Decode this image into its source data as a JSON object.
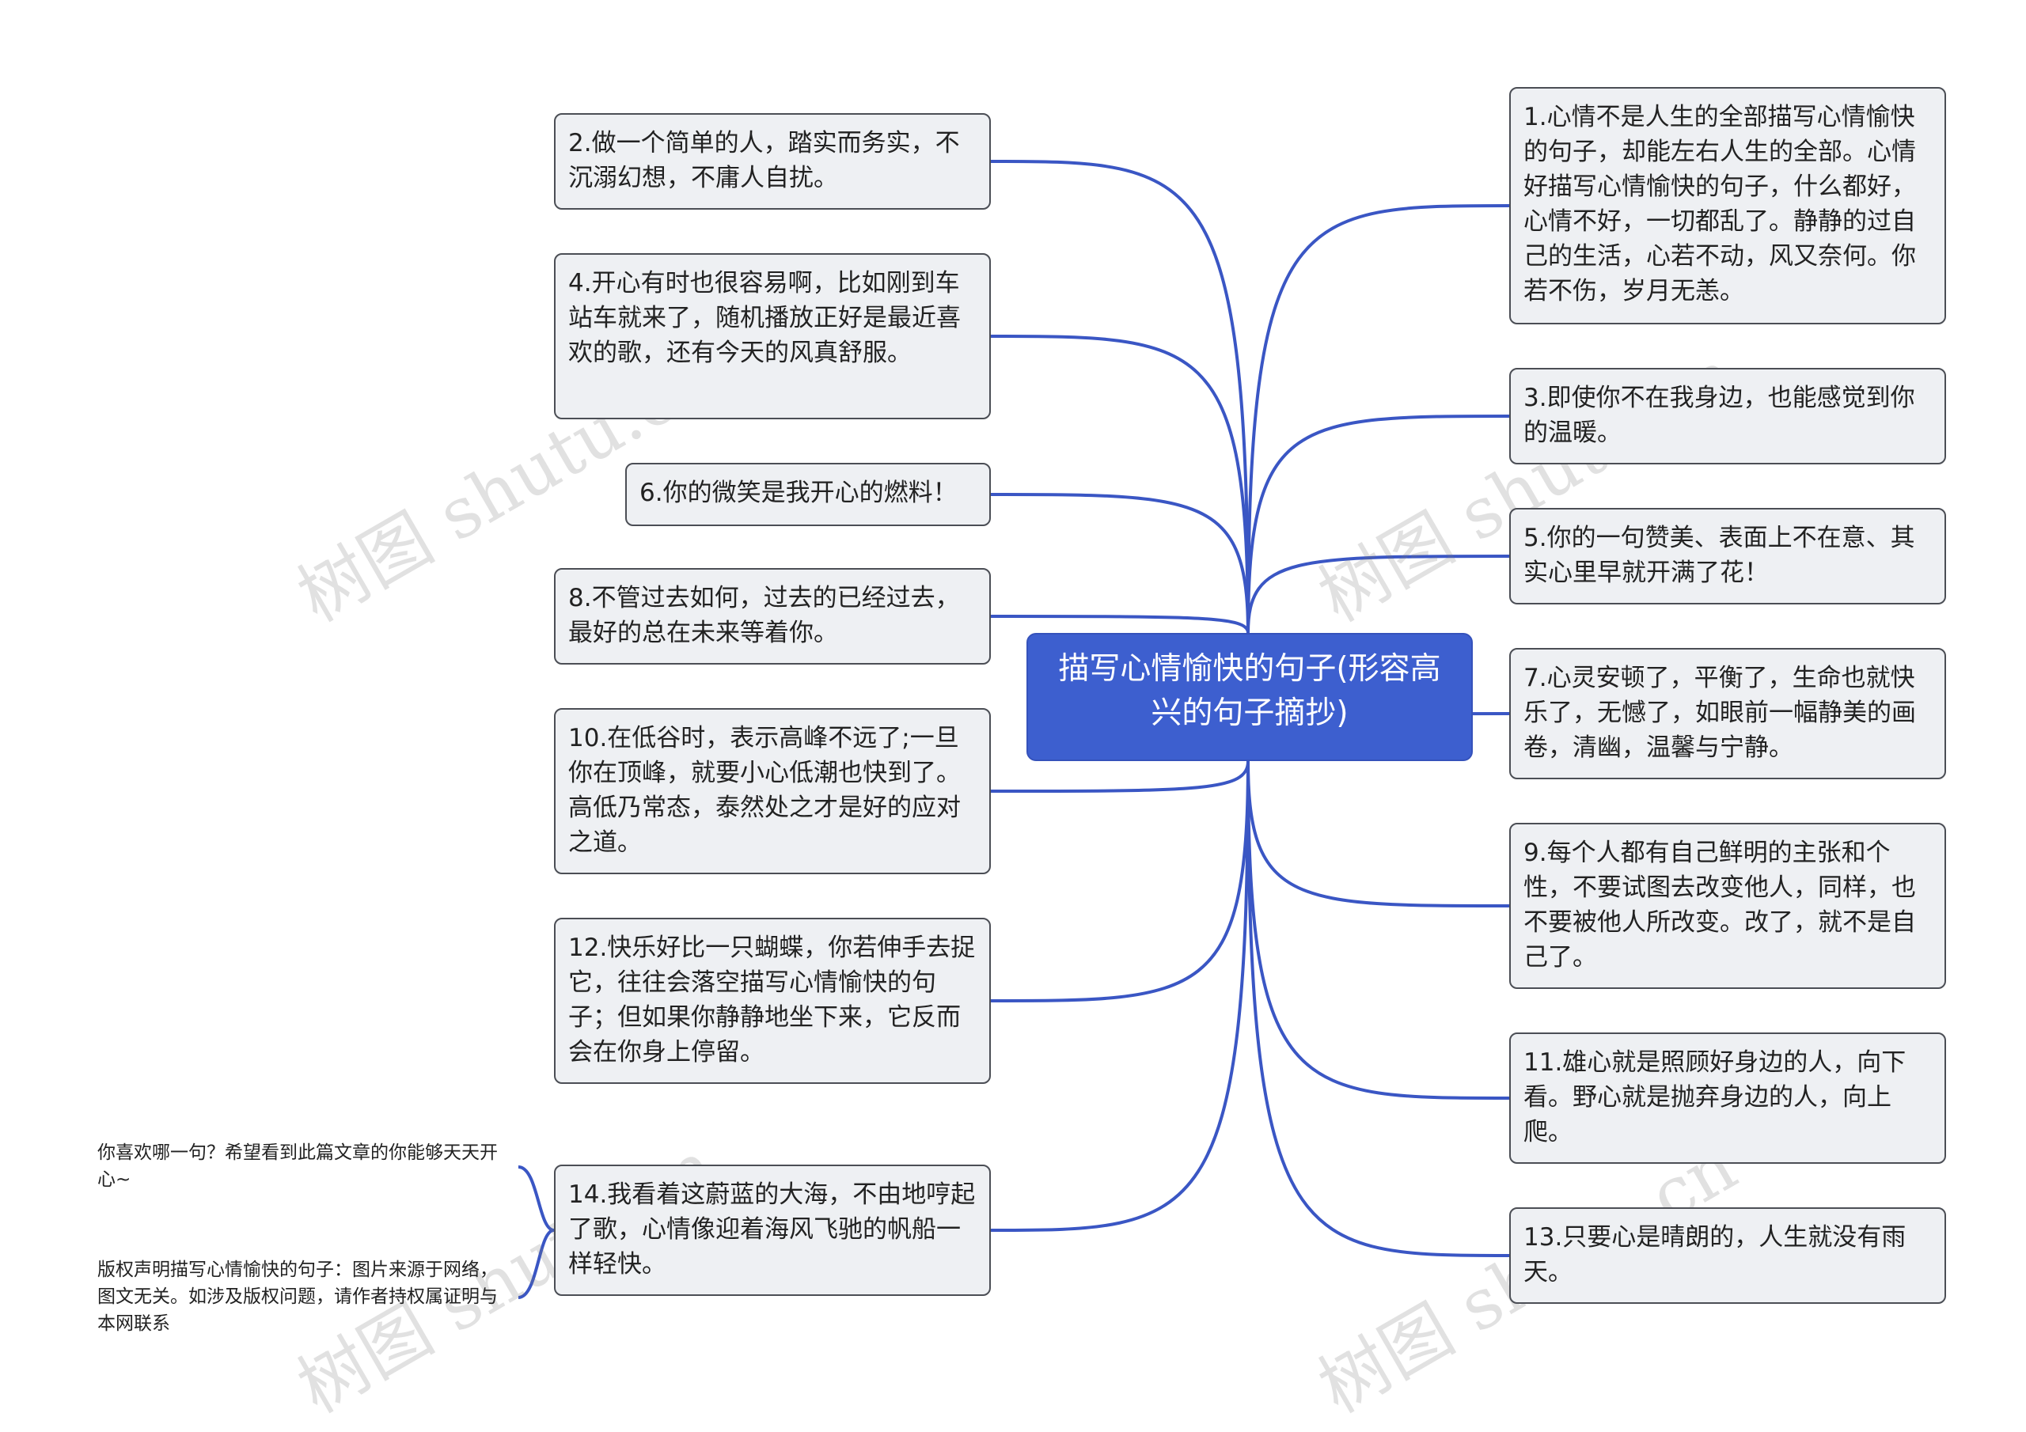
{
  "root": {
    "title": "描写心情愉快的句子(形容高兴的句子摘抄)"
  },
  "left_nodes": [
    "2.做一个简单的人，踏实而务实，不沉溺幻想，不庸人自扰。",
    "4.开心有时也很容易啊，比如刚到车站车就来了，随机播放正好是最近喜欢的歌，还有今天的风真舒服。",
    "6.你的微笑是我开心的燃料！",
    "8.不管过去如何，过去的已经过去，最好的总在未来等着你。",
    "10.在低谷时，表示高峰不远了;一旦你在顶峰，就要小心低潮也快到了。高低乃常态，泰然处之才是好的应对之道。",
    "12.快乐好比一只蝴蝶，你若伸手去捉它，往往会落空描写心情愉快的句子；但如果你静静地坐下来，它反而会在你身上停留。",
    "14.我看着这蔚蓝的大海，不由地哼起了歌，心情像迎着海风飞驰的帆船一样轻快。"
  ],
  "right_nodes": [
    "1.心情不是人生的全部描写心情愉快的句子，却能左右人生的全部。心情好描写心情愉快的句子，什么都好，心情不好，一切都乱了。静静的过自己的生活，心若不动，风又奈何。你若不伤，岁月无恙。",
    "3.即使你不在我身边，也能感觉到你的温暖。",
    "5.你的一句赞美、表面上不在意、其实心里早就开满了花！",
    "7.心灵安顿了，平衡了，生命也就快乐了，无憾了，如眼前一幅静美的画卷，清幽，温馨与宁静。",
    "9.每个人都有自己鲜明的主张和个性，不要试图去改变他人，同样，也不要被他人所改变。改了，就不是自己了。",
    "11.雄心就是照顾好身边的人，向下看。野心就是抛弃身边的人，向上爬。",
    "13.只要心是晴朗的，人生就没有雨天。"
  ],
  "notes": [
    "你喜欢哪一句？希望看到此篇文章的你能够天天开心~",
    "版权声明描写心情愉快的句子：图片来源于网络，图文无关。如涉及版权问题，请作者持权属证明与本网联系"
  ],
  "watermark": "树图 shutu.cn",
  "colors": {
    "link": "#3a56c4",
    "root_bg": "#3d5fcf",
    "node_bg": "#eef0f3",
    "node_border": "#4b4e55"
  }
}
